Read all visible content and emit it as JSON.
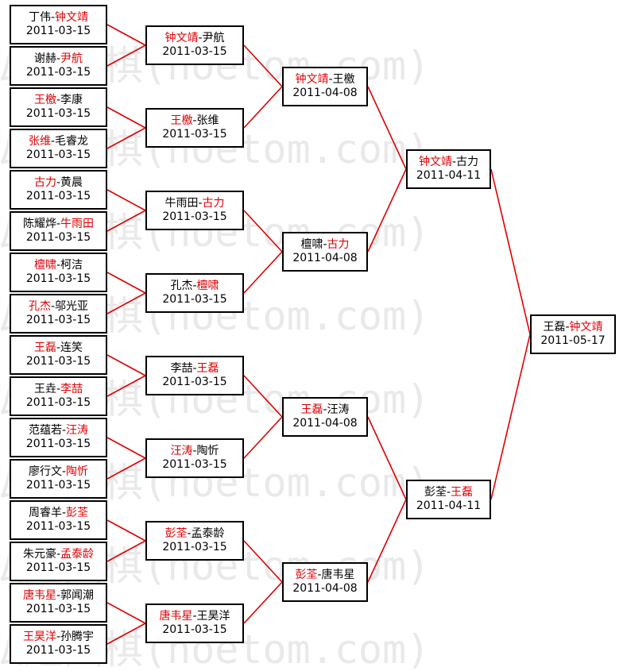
{
  "watermark": {
    "text": "弘通围棋(hoetom.com)",
    "color": "#e9e9e9"
  },
  "colors": {
    "winner": "#e00000",
    "line": "#e00000",
    "text": "#000000",
    "border": "#000000"
  },
  "rounds": [
    [
      {
        "p1": "丁伟",
        "p2": "钟文靖",
        "winner": 2,
        "date": "2011-03-15"
      },
      {
        "p1": "谢赫",
        "p2": "尹航",
        "winner": 2,
        "date": "2011-03-15"
      },
      {
        "p1": "王檄",
        "p2": "李康",
        "winner": 1,
        "date": "2011-03-15"
      },
      {
        "p1": "张维",
        "p2": "毛睿龙",
        "winner": 1,
        "date": "2011-03-15"
      },
      {
        "p1": "古力",
        "p2": "黄晨",
        "winner": 1,
        "date": "2011-03-15"
      },
      {
        "p1": "陈耀烨",
        "p2": "牛雨田",
        "winner": 2,
        "date": "2011-03-15"
      },
      {
        "p1": "檀啸",
        "p2": "柯洁",
        "winner": 1,
        "date": "2011-03-15"
      },
      {
        "p1": "孔杰",
        "p2": "邬光亚",
        "winner": 1,
        "date": "2011-03-15"
      },
      {
        "p1": "王磊",
        "p2": "连笑",
        "winner": 1,
        "date": "2011-03-15"
      },
      {
        "p1": "王垚",
        "p2": "李喆",
        "winner": 2,
        "date": "2011-03-15"
      },
      {
        "p1": "范蕴若",
        "p2": "汪涛",
        "winner": 2,
        "date": "2011-03-15"
      },
      {
        "p1": "廖行文",
        "p2": "陶忻",
        "winner": 2,
        "date": "2011-03-15"
      },
      {
        "p1": "周睿羊",
        "p2": "彭荃",
        "winner": 2,
        "date": "2011-03-15"
      },
      {
        "p1": "朱元豪",
        "p2": "孟泰龄",
        "winner": 2,
        "date": "2011-03-15"
      },
      {
        "p1": "唐韦星",
        "p2": "郭闻潮",
        "winner": 1,
        "date": "2011-03-15"
      },
      {
        "p1": "王昊洋",
        "p2": "孙腾宇",
        "winner": 1,
        "date": "2011-03-15"
      }
    ],
    [
      {
        "p1": "钟文靖",
        "p2": "尹航",
        "winner": 1,
        "date": "2011-03-15"
      },
      {
        "p1": "王檄",
        "p2": "张维",
        "winner": 1,
        "date": "2011-03-15"
      },
      {
        "p1": "牛雨田",
        "p2": "古力",
        "winner": 2,
        "date": "2011-03-15"
      },
      {
        "p1": "孔杰",
        "p2": "檀啸",
        "winner": 2,
        "date": "2011-03-15"
      },
      {
        "p1": "李喆",
        "p2": "王磊",
        "winner": 2,
        "date": "2011-03-15"
      },
      {
        "p1": "汪涛",
        "p2": "陶忻",
        "winner": 1,
        "date": "2011-03-15"
      },
      {
        "p1": "彭荃",
        "p2": "孟泰龄",
        "winner": 1,
        "date": "2011-03-15"
      },
      {
        "p1": "唐韦星",
        "p2": "王昊洋",
        "winner": 1,
        "date": "2011-03-15"
      }
    ],
    [
      {
        "p1": "钟文靖",
        "p2": "王檄",
        "winner": 1,
        "date": "2011-04-08"
      },
      {
        "p1": "檀啸",
        "p2": "古力",
        "winner": 2,
        "date": "2011-04-08"
      },
      {
        "p1": "王磊",
        "p2": "汪涛",
        "winner": 1,
        "date": "2011-04-08"
      },
      {
        "p1": "彭荃",
        "p2": "唐韦星",
        "winner": 1,
        "date": "2011-04-08"
      }
    ],
    [
      {
        "p1": "钟文靖",
        "p2": "古力",
        "winner": 1,
        "date": "2011-04-11"
      },
      {
        "p1": "彭荃",
        "p2": "王磊",
        "winner": 2,
        "date": "2011-04-11"
      }
    ],
    [
      {
        "p1": "王磊",
        "p2": "钟文靖",
        "winner": 2,
        "date": "2011-05-17"
      }
    ]
  ]
}
